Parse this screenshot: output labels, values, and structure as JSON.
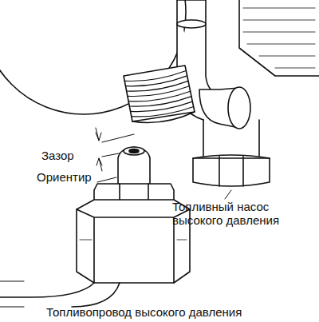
{
  "diagram": {
    "labels": [
      "Зазор",
      "Ориентир",
      "Топливный насос высокого давления",
      "Топливопровод высокого давления"
    ]
  }
}
